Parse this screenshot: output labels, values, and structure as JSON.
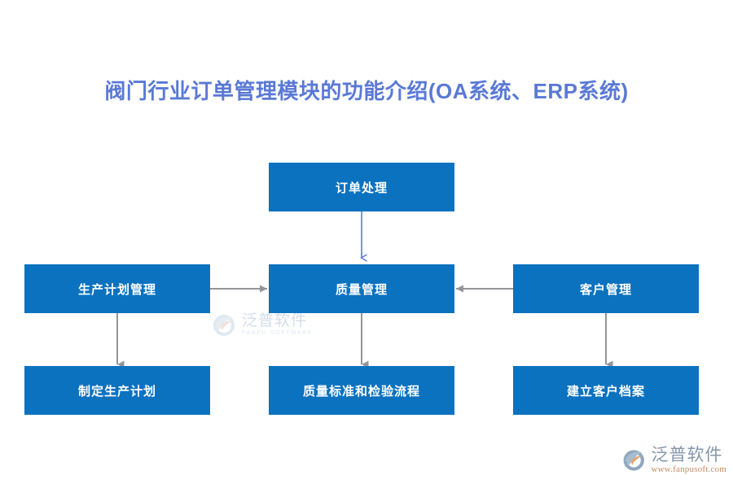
{
  "page": {
    "title": "阀门行业订单管理模块的功能介绍(OA系统、ERP系统)",
    "title_color": "#5a79d6",
    "background_color": "#ffffff"
  },
  "diagram": {
    "type": "flowchart",
    "node_fill_color": "#0b72c0",
    "node_text_color": "#ffffff",
    "arrow_color_vertical_top": "#5a79d6",
    "arrow_color_gray": "#939598",
    "nodes": [
      {
        "id": "order-processing",
        "label": "订单处理",
        "row": "top",
        "column": "center"
      },
      {
        "id": "production-plan-mgmt",
        "label": "生产计划管理",
        "row": "middle",
        "column": "left"
      },
      {
        "id": "quality-mgmt",
        "label": "质量管理",
        "row": "middle",
        "column": "center"
      },
      {
        "id": "customer-mgmt",
        "label": "客户管理",
        "row": "middle",
        "column": "right"
      },
      {
        "id": "make-production-plan",
        "label": "制定生产计划",
        "row": "bottom",
        "column": "left"
      },
      {
        "id": "quality-standard",
        "label": "质量标准和检验流程",
        "row": "bottom",
        "column": "center"
      },
      {
        "id": "customer-file",
        "label": "建立客户档案",
        "row": "bottom",
        "column": "right"
      }
    ],
    "edges": [
      {
        "from": "order-processing",
        "to": "quality-mgmt",
        "direction": "down",
        "color": "#5a79d6"
      },
      {
        "from": "production-plan-mgmt",
        "to": "quality-mgmt",
        "direction": "right",
        "color": "#939598"
      },
      {
        "from": "customer-mgmt",
        "to": "quality-mgmt",
        "direction": "left",
        "color": "#939598"
      },
      {
        "from": "production-plan-mgmt",
        "to": "make-production-plan",
        "direction": "down",
        "color": "#939598"
      },
      {
        "from": "quality-mgmt",
        "to": "quality-standard",
        "direction": "down",
        "color": "#939598"
      },
      {
        "from": "customer-mgmt",
        "to": "customer-file",
        "direction": "down",
        "color": "#939598"
      }
    ]
  },
  "watermark_center": {
    "brand_cn": "泛普软件",
    "brand_en": "FANPU SOFTWARE"
  },
  "logo_bottom_right": {
    "brand_cn": "泛普软件",
    "url": "www.fanpusoft.com"
  }
}
